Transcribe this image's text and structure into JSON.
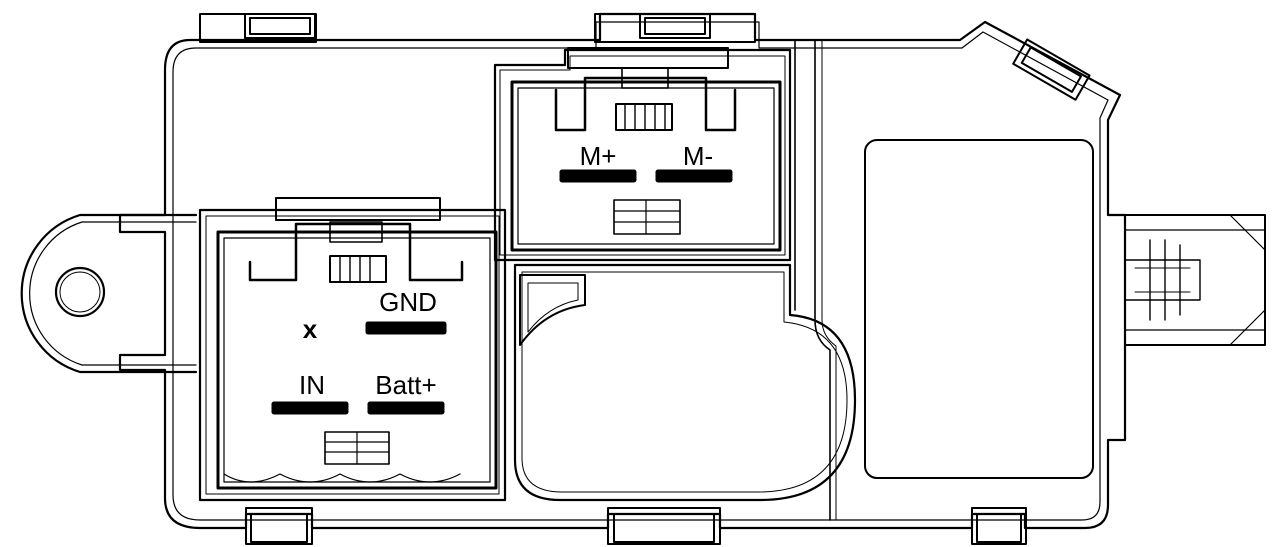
{
  "connector_left": {
    "marker": "x",
    "pins": {
      "gnd": "GND",
      "in": "IN",
      "batt": "Batt+"
    }
  },
  "connector_right": {
    "pins": {
      "m_plus": "M+",
      "m_minus": "M-"
    }
  },
  "colors": {
    "line": "#000000",
    "background": "#ffffff"
  }
}
